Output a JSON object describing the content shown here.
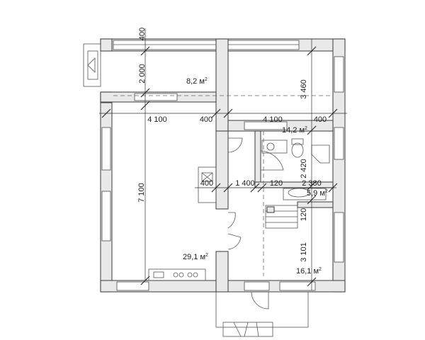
{
  "plan": {
    "dimensions": {
      "d_400_top": "400",
      "d_2000": "2 000",
      "d_4100_left": "4 100",
      "d_400_mid": "400",
      "d_4100_right": "4 100",
      "d_400_right": "400",
      "d_3460": "3 460",
      "d_7100": "7 100",
      "d_400_inner": "400",
      "d_1400": "1 400",
      "d_120_a": "120",
      "d_2380": "2 380",
      "d_2420": "2 420",
      "d_120_b": "120",
      "d_3101": "3 101"
    },
    "areas": {
      "terrace": "8,2 м",
      "upper_right": "14,2 м",
      "living": "29,1 м",
      "bath": "5,9 м",
      "hall": "16,1 м"
    },
    "area_unit_sup": "2"
  }
}
